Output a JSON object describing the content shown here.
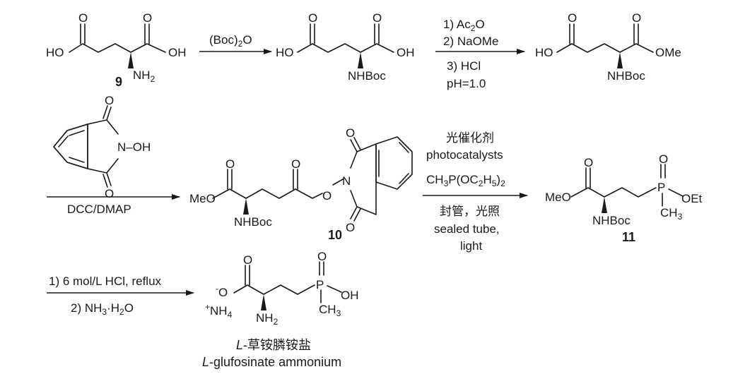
{
  "compounds": {
    "c9_label": "9",
    "c10_label": "10",
    "c11_label": "11",
    "final_name_cn_prefix": "L",
    "final_name_cn_rest": "-草铵膦铵盐",
    "final_name_en_prefix": "L",
    "final_name_en_rest": "-glufosinate ammonium"
  },
  "atoms": {
    "O": "O",
    "HO": "HO",
    "OH": "OH",
    "OMe": "OMe",
    "MeO": "MeO",
    "NH2": "NH",
    "NHBoc": "NHBoc",
    "N": "N",
    "OEt": "OEt",
    "P": "P",
    "CH3": "CH",
    "NH4": "NH",
    "sub2": "2",
    "sub3": "3",
    "sub4": "4",
    "minus": "-",
    "plus": "+",
    "N_OH": "–OH"
  },
  "reagents": {
    "step1": "(Boc)",
    "step1_sub": "2",
    "step1_tail": "O",
    "step2_line1": "1) Ac",
    "step2_line1_sub": "2",
    "step2_line1_tail": "O",
    "step2_line2": "2) NaOMe",
    "step2_line3": "3) HCl",
    "step2_line4": "pH=1.0",
    "step3": "DCC/DMAP",
    "step4_line1": "光催化剂",
    "step4_line2": "photocatalysts",
    "step4_line3_a": "CH",
    "step4_line3_b": "P(OC",
    "step4_line3_c": "H",
    "step4_line3_d": ")",
    "step4_sub3": "3",
    "step4_sub2": "2",
    "step4_sub5": "5",
    "step4_line4": "封管，光照",
    "step4_line5": "sealed tube,",
    "step4_line6": "light",
    "step5_line1": "1) 6 mol/L HCl, reflux",
    "step5_line2_a": "2) NH",
    "step5_line2_sub": "3",
    "step5_line2_b": "·H",
    "step5_line2_sub2": "2",
    "step5_line2_c": "O"
  }
}
